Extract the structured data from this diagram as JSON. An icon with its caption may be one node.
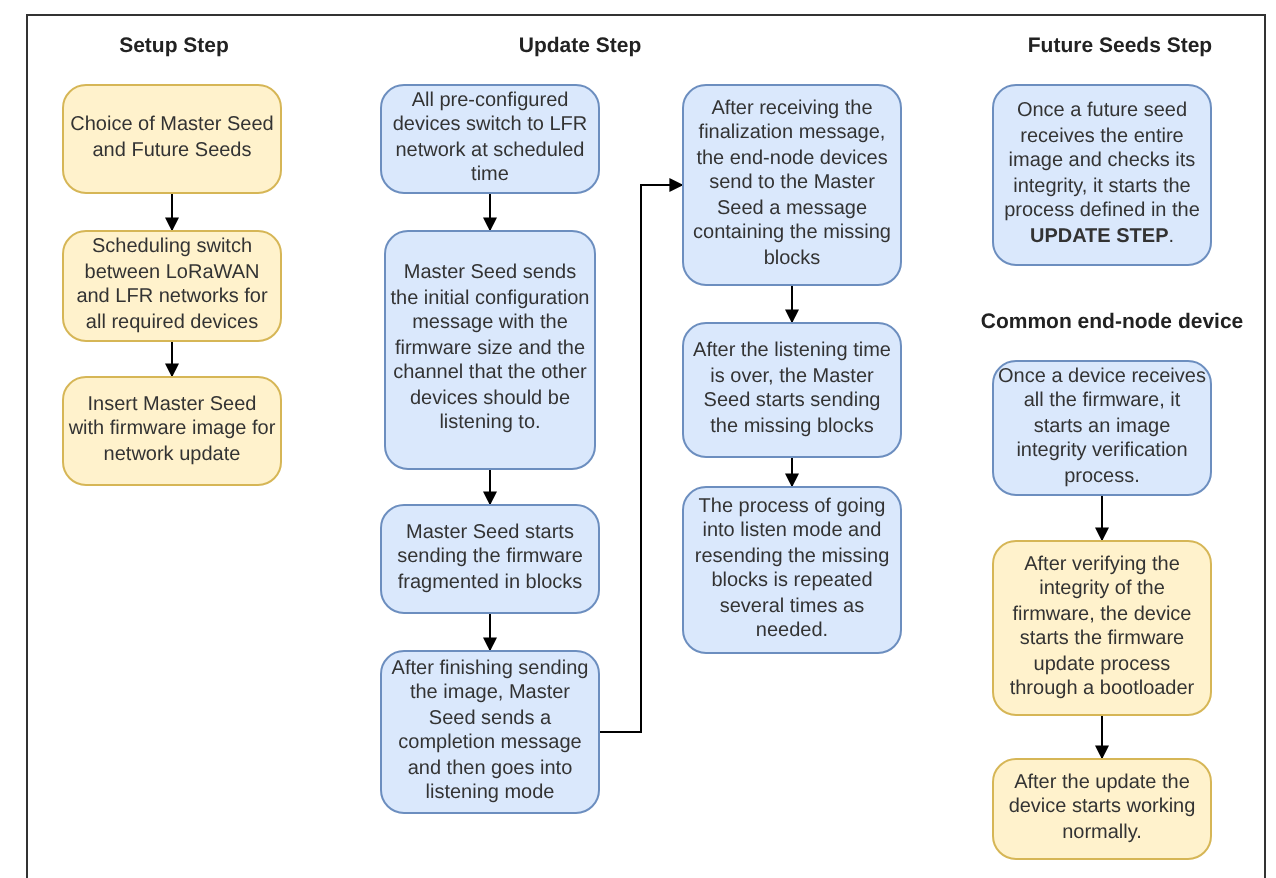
{
  "diagram": {
    "nodes": [
      {
        "text": [
          "Choice of Master Seed and Future Seeds"
        ]
      },
      {
        "text": [
          "Scheduling switch between LoRaWAN and LFR networks for all required devices"
        ]
      },
      {
        "text": [
          "Insert Master Seed with firmware image for network update"
        ]
      },
      {
        "text": [
          "All pre-configured devices switch to LFR network at scheduled time"
        ]
      },
      {
        "text": [
          "Master Seed sends the initial configuration message with the firmware size and the channel that the other devices should be listening to."
        ]
      },
      {
        "text": [
          "Master Seed starts sending the firmware fragmented in blocks"
        ]
      },
      {
        "text": [
          "After finishing sending the image, Master Seed sends a completion message and then goes into listening mode"
        ]
      },
      {
        "text": [
          "After receiving the finalization message, the end-node devices send to the Master Seed a message containing the missing blocks"
        ]
      },
      {
        "text": [
          "After the listening time is over, the Master Seed starts sending the missing blocks"
        ]
      },
      {
        "text": [
          "The process of going into listen mode and resending the missing blocks is repeated several times as needed."
        ]
      },
      {
        "text": [
          "Once a future seed receives the entire image and checks its integrity, it starts the process defined in the **UPDATE STEP**."
        ]
      },
      {
        "text": [
          "Once a device receives all the firmware, it starts an image integrity verification process."
        ]
      },
      {
        "text": [
          "After verifying the integrity of the firmware, the device starts the firmware update process through a bootloader"
        ]
      },
      {
        "text": [
          "After the update the device starts working normally."
        ]
      }
    ],
    "edges": [
      {
        "from": 0,
        "to": 1,
        "arrow": "to"
      },
      {
        "from": 1,
        "to": 2,
        "arrow": "to"
      },
      {
        "from": 3,
        "to": 4,
        "arrow": "to"
      },
      {
        "from": 4,
        "to": 5,
        "arrow": "to"
      },
      {
        "from": 5,
        "to": 6,
        "arrow": "to"
      },
      {
        "from": 6,
        "to": 7,
        "arrow": "to"
      },
      {
        "from": 7,
        "to": 8,
        "arrow": "to"
      },
      {
        "from": 8,
        "to": 9,
        "arrow": "to"
      },
      {
        "from": 11,
        "to": 12,
        "arrow": "to"
      },
      {
        "from": 12,
        "to": 13,
        "arrow": "to"
      }
    ],
    "labels": [
      "Setup Step",
      "Update Step",
      "Future Seeds Step",
      "Common end-node device"
    ]
  }
}
